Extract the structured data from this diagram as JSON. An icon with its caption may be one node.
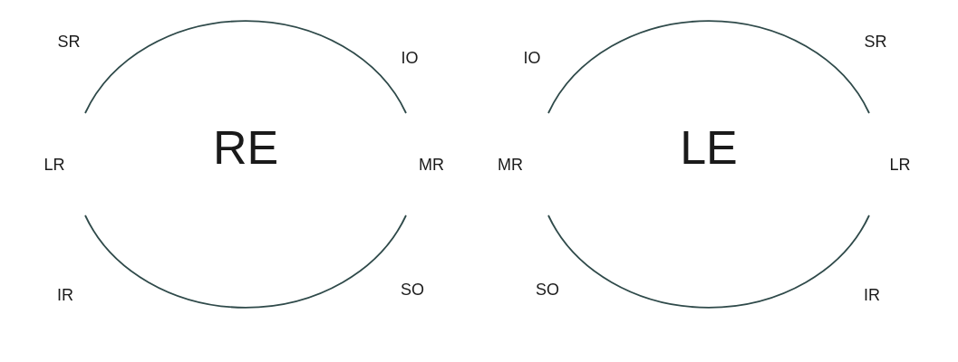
{
  "diagram": {
    "nodes": [
      {
        "text": [
          "RE"
        ]
      },
      {
        "text": [
          "LE"
        ]
      }
    ],
    "labels": [
      "SR",
      "IO",
      "IO",
      "SR",
      "LR",
      "MR",
      "MR",
      "LR",
      "IR",
      "SO",
      "SO",
      "IR"
    ]
  }
}
